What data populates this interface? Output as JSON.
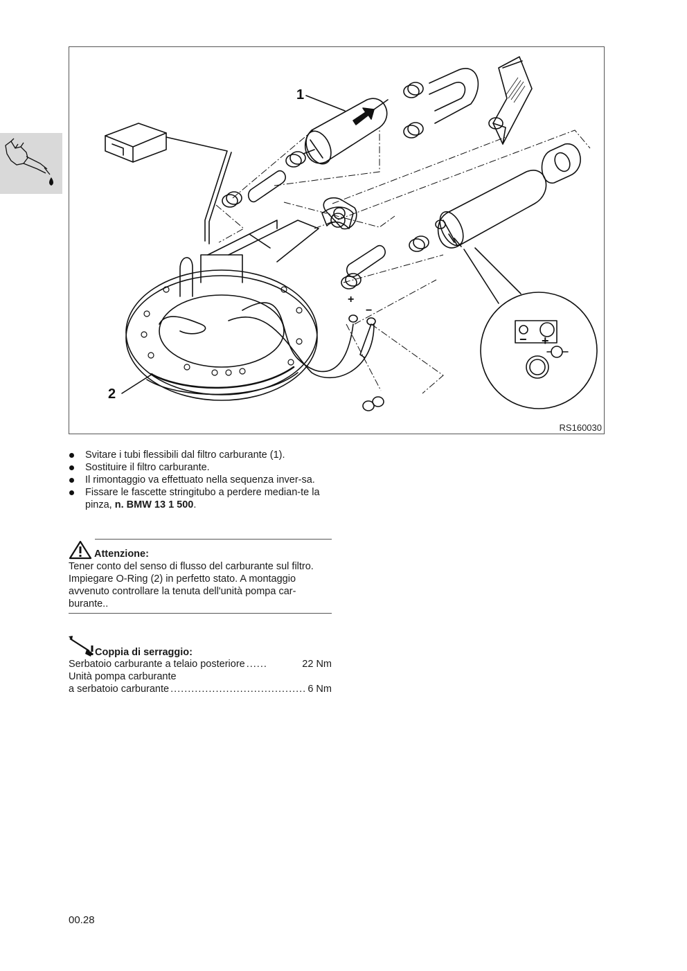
{
  "figure": {
    "code": "RS160030",
    "callouts": [
      "1",
      "2"
    ],
    "terminal_plus": "+",
    "terminal_minus": "−"
  },
  "icons": {
    "side_tab": "hand-oil-drop-icon",
    "attention": "warning-triangle-icon",
    "torque": "torque-wrench-icon"
  },
  "steps": [
    {
      "text": "Svitare i tubi flessibili dal filtro carburante (1)."
    },
    {
      "text": "Sostituire il filtro carburante."
    },
    {
      "text": "Il rimontaggio va effettuato nella sequenza inver-sa."
    },
    {
      "text": "Fissare le fascette stringitubo a perdere median-te la pinza, ",
      "bold": "n. BMW 13 1 500",
      "after": "."
    }
  ],
  "attention": {
    "title": "Attenzione:",
    "body": "Tener conto del senso di flusso del carburante sul filtro. Impiegare O-Ring (2) in perfetto stato. A montaggio avvenuto controllare la tenuta dell'unità pompa car-burante.."
  },
  "torque": {
    "title": "Coppia di serraggio:",
    "rows": [
      {
        "label": "Serbatoio carburante a telaio posteriore",
        "value": "22 Nm"
      },
      {
        "label": "Unità pompa carburante",
        "value": ""
      },
      {
        "label": "a serbatoio carburante",
        "value": "6 Nm"
      }
    ]
  },
  "page_number": "00.28"
}
